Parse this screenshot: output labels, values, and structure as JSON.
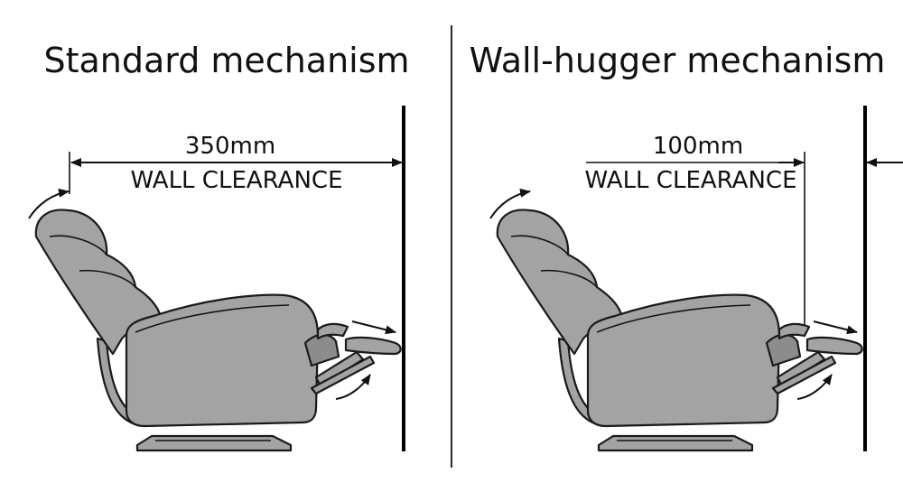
{
  "panels": [
    {
      "title": "Standard mechanism",
      "clearance_value": "350mm",
      "clearance_label": "WALL CLEARANCE"
    },
    {
      "title": "Wall-hugger mechanism",
      "clearance_value": "100mm",
      "clearance_label": "WALL CLEARANCE"
    }
  ],
  "colors": {
    "chair_fill": "#a3a3a3",
    "outline": "#1a1a1a",
    "background": "#ffffff"
  }
}
